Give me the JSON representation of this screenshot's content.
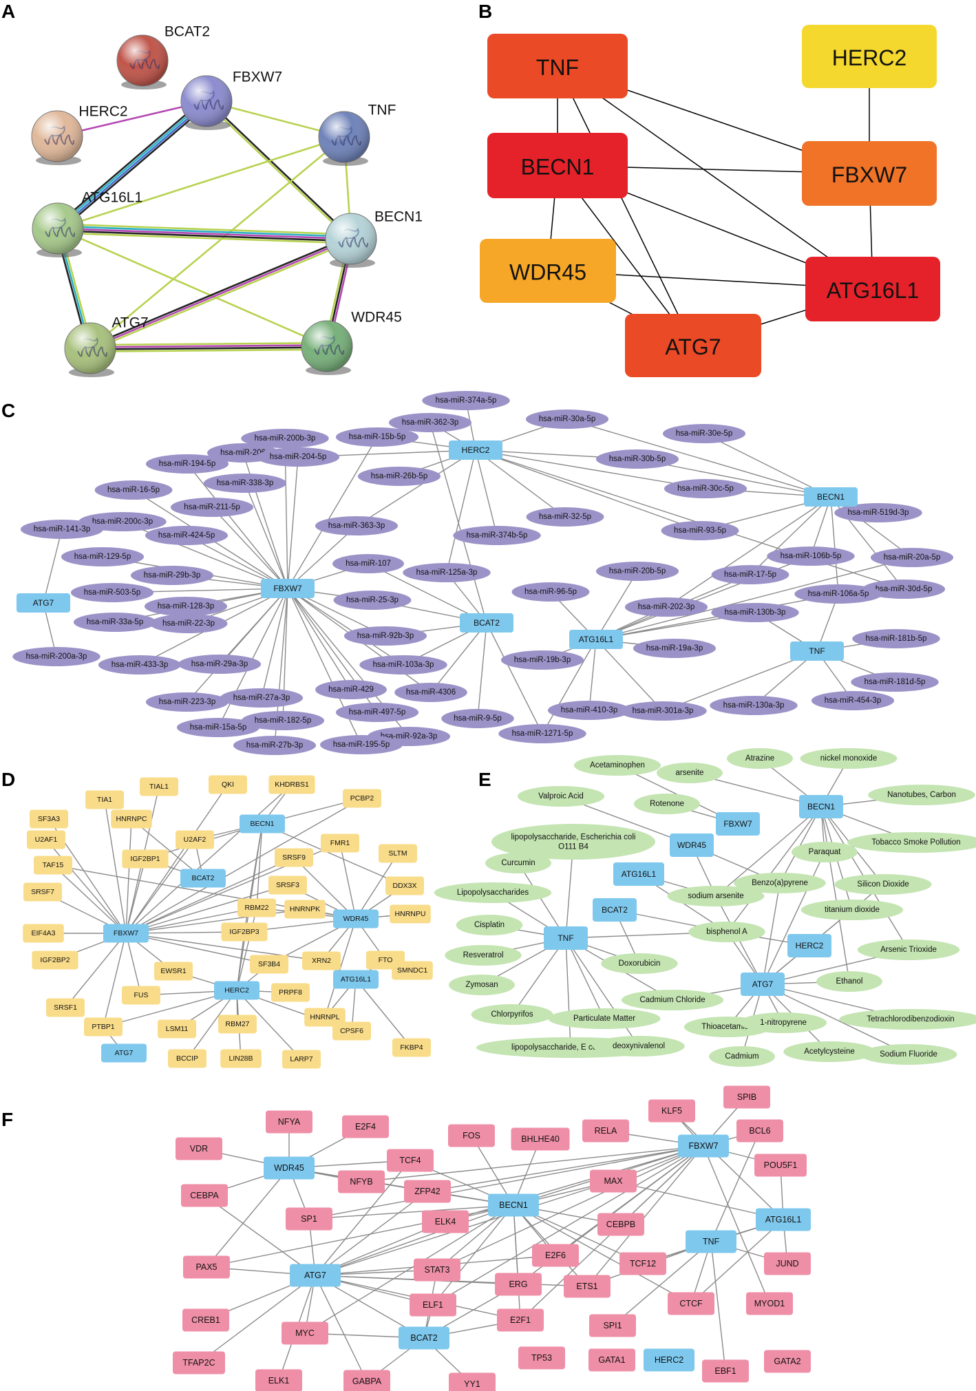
{
  "panel_letters": [
    "A",
    "B",
    "C",
    "D",
    "E",
    "F"
  ],
  "colors": {
    "gene_blue": "#7ec8ee",
    "mirna_purple": "#9b93c8",
    "rbp_yellow": "#f9dc8a",
    "chem_green": "#c4e4b2",
    "tf_pink": "#ef8fa7",
    "string_textmining": "#b7d24f",
    "string_coexpr": "#222222",
    "string_coocc": "#3f6fd1",
    "string_db": "#27b0c4",
    "string_exp": "#b446b2"
  },
  "panelA": {
    "nodes": [
      {
        "id": "BCAT2",
        "label": "BCAT2",
        "color": "#c0554a",
        "icon": "protein-structure-icon"
      },
      {
        "id": "FBXW7",
        "label": "FBXW7",
        "color": "#8c8ccf",
        "icon": "protein-structure-icon"
      },
      {
        "id": "HERC2",
        "label": "HERC2",
        "color": "#e0b89a",
        "icon": "protein-structure-icon"
      },
      {
        "id": "TNF",
        "label": "TNF",
        "color": "#6f83b9",
        "icon": "protein-structure-icon"
      },
      {
        "id": "ATG16L1",
        "label": "ATG16L1",
        "color": "#a6c98b",
        "icon": "protein-structure-icon"
      },
      {
        "id": "BECN1",
        "label": "BECN1",
        "color": "#b5d3d8",
        "icon": "protein-structure-icon"
      },
      {
        "id": "ATG7",
        "label": "ATG7",
        "color": "#a8c17d",
        "icon": "protein-structure-icon"
      },
      {
        "id": "WDR45",
        "label": "WDR45",
        "color": "#78b07a",
        "icon": "protein-structure-icon"
      }
    ],
    "edges": [
      {
        "s": "HERC2",
        "t": "FBXW7",
        "colors": [
          "#b446b2"
        ]
      },
      {
        "s": "FBXW7",
        "t": "TNF",
        "colors": [
          "#b7d24f"
        ]
      },
      {
        "s": "FBXW7",
        "t": "ATG16L1",
        "colors": [
          "#222222",
          "#3f6fd1",
          "#27b0c4",
          "#222222"
        ]
      },
      {
        "s": "FBXW7",
        "t": "BECN1",
        "colors": [
          "#222222",
          "#b7d24f"
        ]
      },
      {
        "s": "TNF",
        "t": "ATG16L1",
        "colors": [
          "#b7d24f"
        ]
      },
      {
        "s": "TNF",
        "t": "BECN1",
        "colors": [
          "#b7d24f"
        ]
      },
      {
        "s": "TNF",
        "t": "ATG7",
        "colors": [
          "#b7d24f"
        ]
      },
      {
        "s": "ATG16L1",
        "t": "BECN1",
        "colors": [
          "#b7d24f",
          "#27b0c4",
          "#b446b2",
          "#222222",
          "#b7d24f"
        ]
      },
      {
        "s": "ATG16L1",
        "t": "ATG7",
        "colors": [
          "#b7d24f",
          "#27b0c4",
          "#222222"
        ]
      },
      {
        "s": "ATG16L1",
        "t": "WDR45",
        "colors": [
          "#b7d24f"
        ]
      },
      {
        "s": "BECN1",
        "t": "ATG7",
        "colors": [
          "#b7d24f",
          "#b446b2",
          "#222222"
        ]
      },
      {
        "s": "BECN1",
        "t": "WDR45",
        "colors": [
          "#b446b2",
          "#222222",
          "#b7d24f"
        ]
      },
      {
        "s": "ATG7",
        "t": "WDR45",
        "colors": [
          "#b7d24f",
          "#b446b2",
          "#222222",
          "#b7d24f"
        ]
      }
    ]
  },
  "panelB": {
    "nodes": [
      {
        "id": "TNF",
        "label": "TNF",
        "color": "#ea4a26"
      },
      {
        "id": "HERC2",
        "label": "HERC2",
        "color": "#f4d82e"
      },
      {
        "id": "BECN1",
        "label": "BECN1",
        "color": "#e5222a"
      },
      {
        "id": "FBXW7",
        "label": "FBXW7",
        "color": "#f07327"
      },
      {
        "id": "WDR45",
        "label": "WDR45",
        "color": "#f6a727"
      },
      {
        "id": "ATG16L1",
        "label": "ATG16L1",
        "color": "#e5222a"
      },
      {
        "id": "ATG7",
        "label": "ATG7",
        "color": "#ea4a26"
      }
    ],
    "edges": [
      [
        "TNF",
        "BECN1"
      ],
      [
        "TNF",
        "FBXW7"
      ],
      [
        "TNF",
        "ATG16L1"
      ],
      [
        "TNF",
        "ATG7"
      ],
      [
        "HERC2",
        "FBXW7"
      ],
      [
        "BECN1",
        "FBXW7"
      ],
      [
        "BECN1",
        "WDR45"
      ],
      [
        "BECN1",
        "ATG16L1"
      ],
      [
        "BECN1",
        "ATG7"
      ],
      [
        "FBXW7",
        "ATG16L1"
      ],
      [
        "WDR45",
        "ATG16L1"
      ],
      [
        "WDR45",
        "ATG7"
      ],
      [
        "ATG7",
        "ATG16L1"
      ]
    ]
  },
  "panelC": {
    "genes": [
      "HERC2",
      "BECN1",
      "ATG7",
      "FBXW7",
      "BCAT2",
      "ATG16L1",
      "TNF"
    ],
    "mirnas": [
      "hsa-miR-374a-5p",
      "hsa-miR-362-3p",
      "hsa-miR-30a-5p",
      "hsa-miR-30e-5p",
      "hsa-miR-200b-3p",
      "hsa-miR-15b-5p",
      "hsa-miR-206",
      "hsa-miR-204-5p",
      "hsa-miR-30b-5p",
      "hsa-miR-194-5p",
      "hsa-miR-26b-5p",
      "hsa-miR-338-3p",
      "hsa-miR-30c-5p",
      "hsa-miR-16-5p",
      "hsa-miR-519d-3p",
      "hsa-miR-211-5p",
      "hsa-miR-200c-3p",
      "hsa-miR-32-5p",
      "hsa-miR-374b-5p",
      "hsa-miR-141-3p",
      "hsa-miR-424-5p",
      "hsa-miR-363-3p",
      "hsa-miR-93-5p",
      "hsa-miR-129-5p",
      "hsa-miR-107",
      "hsa-miR-106b-5p",
      "hsa-miR-20a-5p",
      "hsa-miR-29b-3p",
      "hsa-miR-125a-3p",
      "hsa-miR-20b-5p",
      "hsa-miR-17-5p",
      "hsa-miR-503-5p",
      "hsa-miR-96-5p",
      "hsa-miR-30d-5p",
      "hsa-miR-106a-5p",
      "hsa-miR-128-3p",
      "hsa-miR-25-3p",
      "hsa-miR-202-3p",
      "hsa-miR-130b-3p",
      "hsa-miR-33a-5p",
      "hsa-miR-22-3p",
      "hsa-miR-92b-3p",
      "hsa-miR-200a-3p",
      "hsa-miR-181b-5p",
      "hsa-miR-19a-3p",
      "hsa-miR-103a-3p",
      "hsa-miR-19b-3p",
      "hsa-miR-433-3p",
      "hsa-miR-29a-3p",
      "hsa-miR-181d-5p",
      "hsa-miR-4306",
      "hsa-miR-429",
      "hsa-miR-27a-3p",
      "hsa-miR-223-3p",
      "hsa-miR-454-3p",
      "hsa-miR-130a-3p",
      "hsa-miR-301a-3p",
      "hsa-miR-410-3p",
      "hsa-miR-497-5p",
      "hsa-miR-182-5p",
      "hsa-miR-9-5p",
      "hsa-miR-15a-5p",
      "hsa-miR-92a-3p",
      "hsa-miR-1271-5p",
      "hsa-miR-27b-3p",
      "hsa-miR-195-5p"
    ]
  },
  "panelD": {
    "genes": [
      "BECN1",
      "BCAT2",
      "WDR45",
      "FBXW7",
      "HERC2",
      "ATG16L1",
      "ATG7"
    ],
    "rbps": [
      "QKI",
      "KHDRBS1",
      "TIAL1",
      "TIA1",
      "PCBP2",
      "SF3A3",
      "HNRNPC",
      "U2AF2",
      "U2AF1",
      "IGF2BP1",
      "FMR1",
      "SRSF9",
      "SLTM",
      "TAF15",
      "SRSF3",
      "DDX3X",
      "SRSF7",
      "RBM22",
      "HNRNPK",
      "HNRNPU",
      "IGF2BP3",
      "EIF4A3",
      "SF3B4",
      "XRN2",
      "FTO",
      "EWSR1",
      "SMNDC1",
      "IGF2BP2",
      "FUS",
      "PRPF8",
      "SRSF1",
      "HNRNPL",
      "PTBP1",
      "LSM11",
      "RBM27",
      "CPSF6",
      "FKBP4",
      "BCCIP",
      "LIN28B",
      "LARP7"
    ]
  },
  "panelE": {
    "genes": [
      "BECN1",
      "FBXW7",
      "WDR45",
      "ATG16L1",
      "BCAT2",
      "TNF",
      "HERC2",
      "ATG7"
    ],
    "chemicals": [
      "Acetaminophen",
      "arsenite",
      "Atrazine",
      "nickel monoxide",
      "Valproic Acid",
      "Rotenone",
      "Nanotubes, Carbon",
      "lipopolysaccharide, Escherichia coli O111 B4",
      "Tobacco Smoke Pollution",
      "Paraquat",
      "Curcumin",
      "Benzo(a)pyrene",
      "Lipopolysaccharides",
      "sodium arsenite",
      "Silicon Dioxide",
      "titanium dioxide",
      "Cisplatin",
      "bisphenol A",
      "Resveratrol",
      "Arsenic Trioxide",
      "Doxorubicin",
      "Ethanol",
      "Zymosan",
      "Cadmium Chloride",
      "Chlorpyrifos",
      "Particulate Matter",
      "Thioacetamide",
      "1-nitropyrene",
      "Tetrachlorodibenzodioxin",
      "lipopolysaccharide, E coli O55-B5",
      "deoxynivalenol",
      "Cadmium",
      "Acetylcysteine",
      "Sodium Fluoride"
    ]
  },
  "panelF": {
    "genes": [
      "WDR45",
      "FBXW7",
      "BECN1",
      "ATG16L1",
      "TNF",
      "ATG7",
      "BCAT2",
      "HERC2"
    ],
    "tfs": [
      "NFYA",
      "SPIB",
      "KLF5",
      "E2F4",
      "FOS",
      "BHLHE40",
      "RELA",
      "VDR",
      "BCL6",
      "TCF4",
      "NFYB",
      "MAX",
      "POU5F1",
      "CEBPA",
      "ZFP42",
      "SP1",
      "ELK4",
      "CEBPB",
      "PAX5",
      "E2F6",
      "STAT3",
      "TCF12",
      "JUND",
      "ERG",
      "ETS1",
      "ELF1",
      "CTCF",
      "MYOD1",
      "CREB1",
      "E2F1",
      "SPI1",
      "MYC",
      "TFAP2C",
      "TP53",
      "GATA1",
      "GATA2",
      "ELK1",
      "GABPA",
      "YY1",
      "EBF1"
    ]
  }
}
